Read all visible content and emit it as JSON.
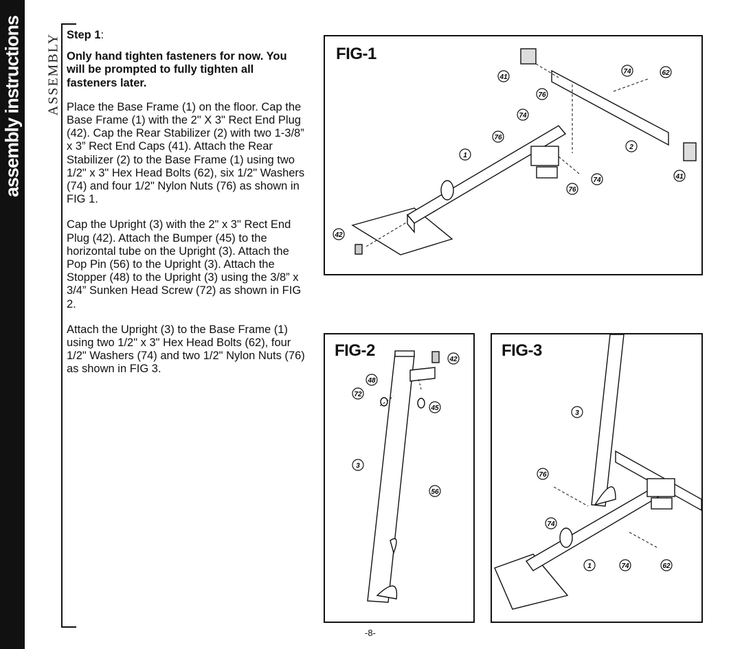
{
  "sidebar": {
    "title": "assembly instructions"
  },
  "section_label": "ASSEMBLY",
  "step": {
    "label": "Step 1",
    "colon": ":",
    "warning": "Only hand tighten fasteners for now. You will be prompted to fully tighten all fasteners later.",
    "paragraphs": [
      "Place the Base Frame (1) on the floor. Cap the Base Frame (1) with the 2\" X 3\" Rect End Plug (42).  Cap the Rear Stabilizer (2) with two 1-3/8” x 3” Rect End Caps (41). Attach the Rear Stabilizer (2) to the Base Frame (1) using two 1/2\" x 3\" Hex Head Bolts (62), six 1/2\" Washers (74) and four 1/2\" Nylon Nuts (76) as shown in FIG 1.",
      "Cap the Upright (3) with the 2\" x 3\" Rect End Plug (42).  Attach the Bumper (45) to the horizontal tube on the Upright (3). Attach the Pop Pin (56) to the Upright (3). Attach the Stopper (48) to the Upright (3) using the 3/8” x 3/4” Sunken Head Screw (72) as shown in FIG 2.",
      "Attach the Upright (3) to the Base Frame (1) using two 1/2\" x 3\" Hex Head Bolts (62), four 1/2\" Washers (74) and two 1/2\" Nylon Nuts (76) as shown in FIG 3."
    ]
  },
  "figures": {
    "fig1": {
      "label": "FIG-1",
      "callouts": [
        "41",
        "74",
        "62",
        "76",
        "74",
        "76",
        "1",
        "2",
        "41",
        "74",
        "76",
        "42"
      ]
    },
    "fig2": {
      "label": "FIG-2",
      "callouts": [
        "42",
        "48",
        "72",
        "45",
        "3",
        "56"
      ]
    },
    "fig3": {
      "label": "FIG-3",
      "callouts": [
        "3",
        "76",
        "74",
        "1",
        "74",
        "62"
      ]
    }
  },
  "page_number": "-8-"
}
